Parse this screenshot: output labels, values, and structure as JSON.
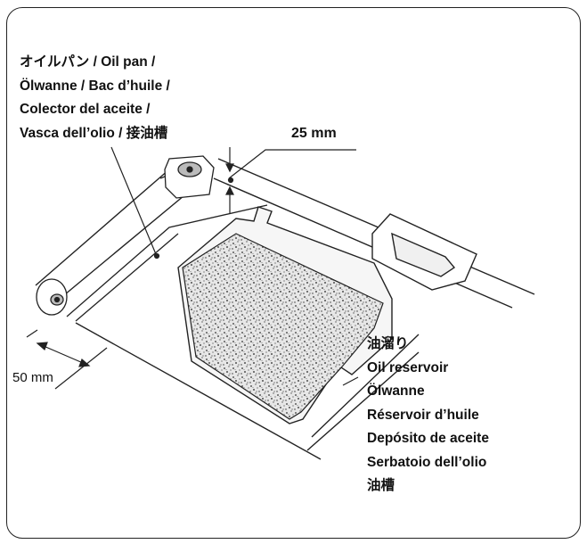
{
  "oil_pan_label": {
    "lines": [
      "オイルパン / Oil pan /",
      "Ölwanne / Bac d’huile /",
      "Colector del aceite /",
      "Vasca dell’olio / 接油槽"
    ]
  },
  "reservoir_label": {
    "lines": [
      "油溜り",
      "Oil reservoir",
      "Ölwanne",
      "Réservoir d’huile",
      "Depósito de aceite",
      "Serbatoio dell’olio",
      "油槽"
    ]
  },
  "dimension_top": "25 mm",
  "dimension_left": "50 mm"
}
